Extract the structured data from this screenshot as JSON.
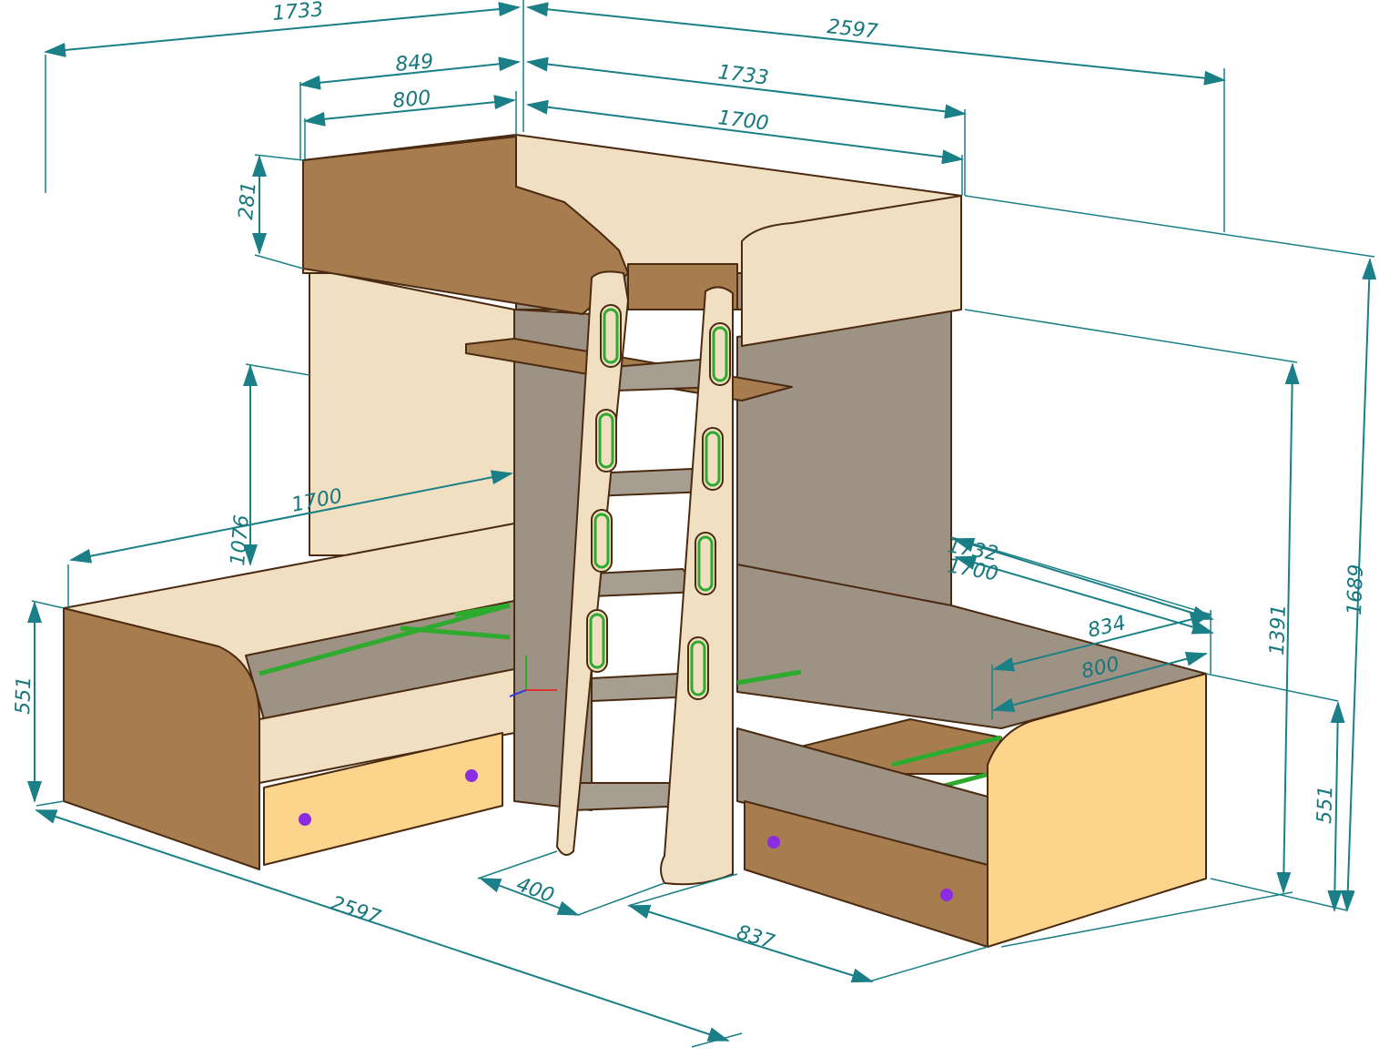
{
  "drawing": {
    "subject": "",
    "colors": {
      "dimension_line": "#1a7f86",
      "panel_light": "#f1dfc1",
      "panel_mid": "#a77c4f",
      "panel_grey": "#9d9284",
      "drawer_front": "#fcd48c",
      "slats": "#2eaa2e",
      "knobs": "#8b2be2"
    }
  },
  "dimensions": {
    "top_total_left": "1733",
    "top_total_right": "2597",
    "top_bed_outer_width": "849",
    "top_bed_inner_width": "800",
    "top_bed_outer_length": "1733",
    "top_bed_inner_length": "1700",
    "top_rail_height": "281",
    "lower_left_length": "1700",
    "upper_clearance": "1076",
    "lower_left_height": "551",
    "lower_right_outer_length": "1732",
    "lower_right_inner_length": "1700",
    "lower_right_outer_width": "834",
    "lower_right_inner_width": "800",
    "ladder_depth": "400",
    "lower_right_depth": "837",
    "bottom_total_length": "2597",
    "upper_bed_height": "1391",
    "total_height": "1689",
    "lower_right_height": "551"
  }
}
